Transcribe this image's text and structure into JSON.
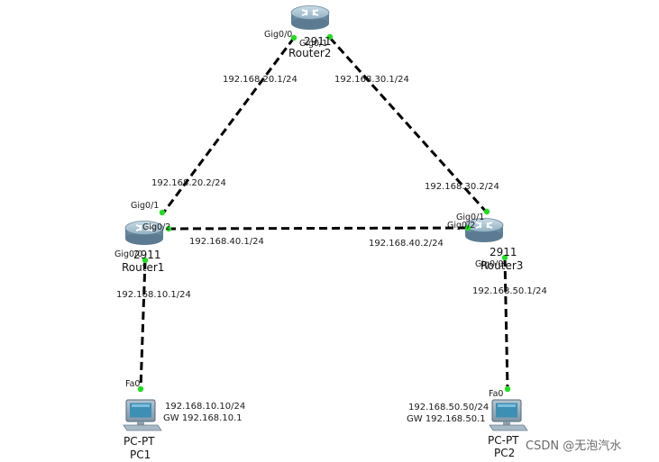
{
  "devices": {
    "router1": {
      "name": "Router1",
      "model": "2911"
    },
    "router2": {
      "name": "Router2",
      "model": "2911"
    },
    "router3": {
      "name": "Router3",
      "model": "2911"
    },
    "pc1": {
      "type": "PC-PT",
      "name": "PC1",
      "ip": "192.168.10.10/24",
      "gw": "GW 192.168.10.1"
    },
    "pc2": {
      "type": "PC-PT",
      "name": "PC2",
      "ip": "192.168.50.50/24",
      "gw": "GW 192.168.50.1"
    }
  },
  "ports": {
    "r2_gig00": "Gig0/0",
    "r2_gig01": "Gig0/1",
    "r1_gig01": "Gig0/1",
    "r1_gig02": "Gig0/2",
    "r1_gig00": "Gig0/0",
    "r3_gig01": "Gig0/1",
    "r3_gig02": "Gig0/2",
    "r3_gig00": "Gig0/0",
    "pc1_fa0": "Fa0",
    "pc2_fa0": "Fa0"
  },
  "addresses": {
    "r2_r1_top": "192.168.20.1/24",
    "r2_r1_bottom": "192.168.20.2/24",
    "r2_r3_top": "192.168.30.1/24",
    "r2_r3_bottom": "192.168.30.2/24",
    "r1_r3_left": "192.168.40.1/24",
    "r1_r3_right": "192.168.40.2/24",
    "r1_pc1": "192.168.10.1/24",
    "r3_pc2": "192.168.50.1/24"
  },
  "watermark": "CSDN @无泡汽水",
  "colors": {
    "link": "#000000",
    "port_up": "#22dd22",
    "router_body": "#7e9fb5",
    "watermark": "#6b6b6b"
  }
}
